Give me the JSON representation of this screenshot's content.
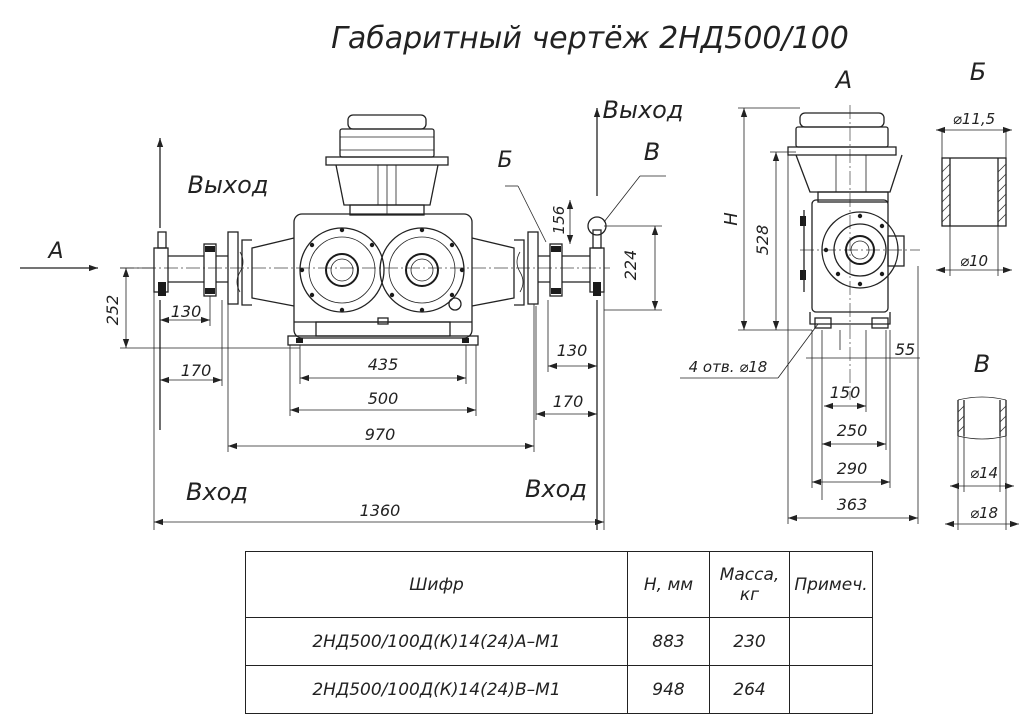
{
  "title": "Габаритный чертёж 2НД500/100",
  "labels": {
    "inlet": "Вход",
    "outlet": "Выход",
    "view_a": "А",
    "view_b": "Б",
    "view_v": "В",
    "height": "Н",
    "holes": "4 отв. ⌀18"
  },
  "front_dims": {
    "d1360": "1360",
    "d970": "970",
    "d500": "500",
    "d435": "435",
    "d170l": "170",
    "d170r": "170",
    "d130l": "130",
    "d130r": "130",
    "d252": "252",
    "d224": "224",
    "d156": "156"
  },
  "side_dims": {
    "d528": "528",
    "d55": "55",
    "d150": "150",
    "d250": "250",
    "d290": "290",
    "d363": "363"
  },
  "detail_b": {
    "d_top": "⌀11,5",
    "d_bot": "⌀10"
  },
  "detail_v": {
    "d_mid": "⌀14",
    "d_bot": "⌀18"
  },
  "table": {
    "headers": {
      "code": "Шифр",
      "h": "Н, мм",
      "mass_line1": "Масса,",
      "mass_line2": "кг",
      "note": "Примеч."
    },
    "rows": [
      {
        "code": "2НД500/100Д(К)14(24)А–М1",
        "h": "883",
        "mass": "230",
        "note": ""
      },
      {
        "code": "2НД500/100Д(К)14(24)В–М1",
        "h": "948",
        "mass": "264",
        "note": ""
      }
    ]
  }
}
